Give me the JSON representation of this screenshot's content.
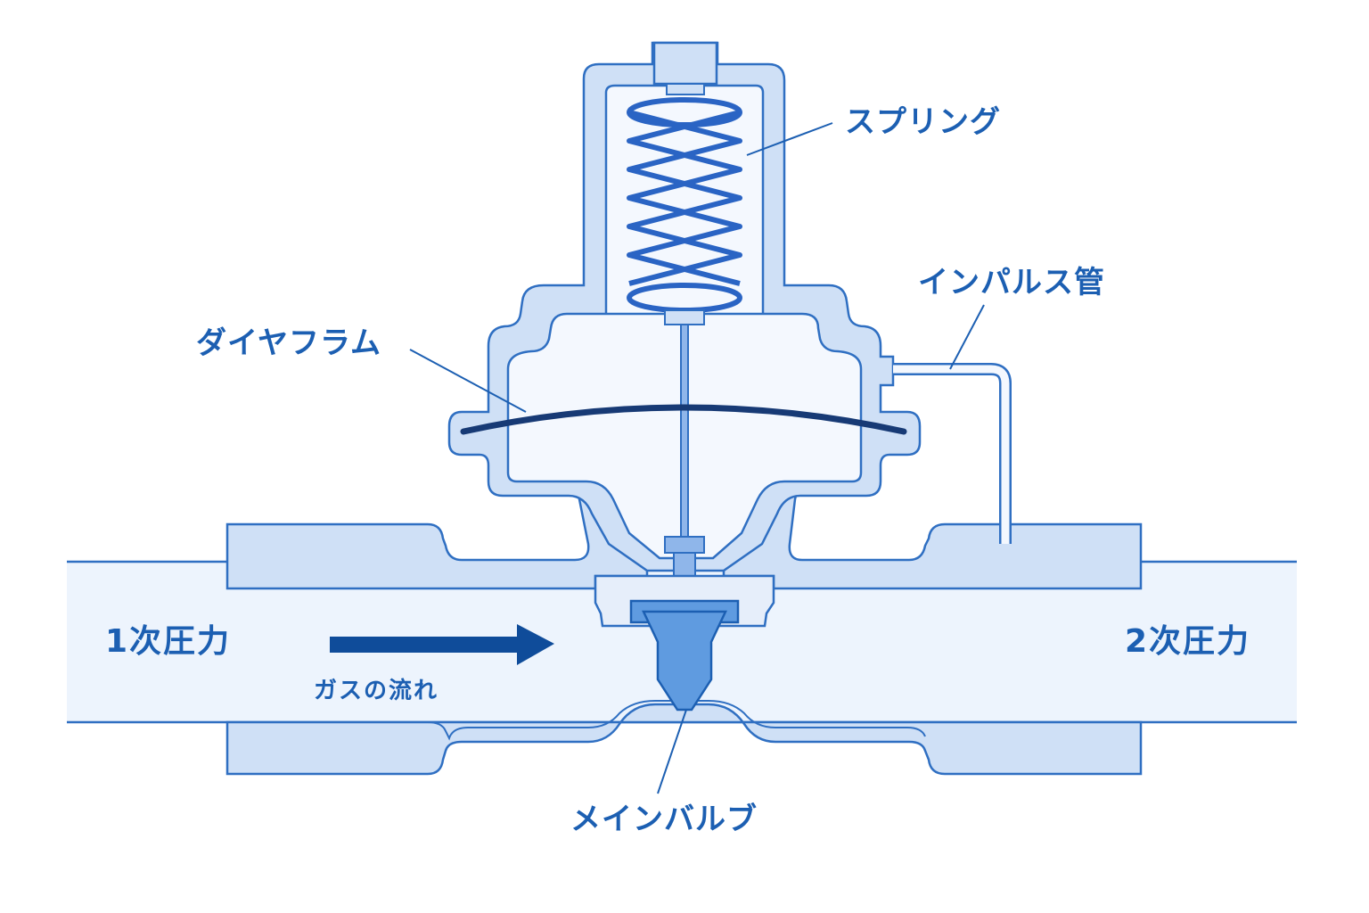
{
  "labels": {
    "spring": "スプリング",
    "impulse_pipe": "インパルス管",
    "diaphragm": "ダイヤフラム",
    "primary_pressure": "1次圧力",
    "secondary_pressure": "2次圧力",
    "gas_flow": "ガスの流れ",
    "main_valve": "メインバルブ"
  },
  "colors": {
    "outline": "#2f6fc2",
    "dark_blue": "#0f4c9a",
    "body_fill": "#cfe0f6",
    "pipe_fill": "#edf4fd",
    "chamber_fill": "#f4f8fe",
    "valve_fill": "#5f9be0",
    "diaphragm": "#173a75",
    "text": "#1c5fb2"
  },
  "icons": {
    "flow_arrow": "right-arrow-icon"
  }
}
